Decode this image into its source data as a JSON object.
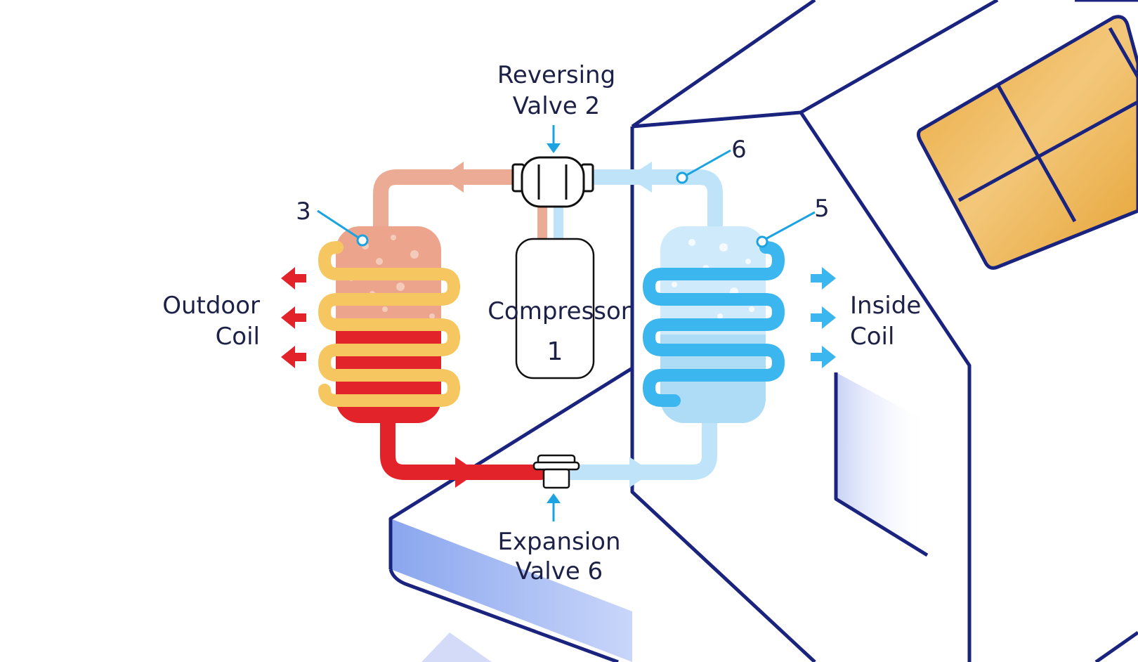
{
  "labels": {
    "reversing_line1": "Reversing",
    "reversing_line2": "Valve 2",
    "compressor": "Compressor",
    "compressor_num": "1",
    "outdoor_line1": "Outdoor",
    "outdoor_line2": "Coil",
    "inside_line1": "Inside",
    "inside_line2": "Coil",
    "expansion_line1": "Expansion",
    "expansion_line2": "Valve 6",
    "callout_3": "3",
    "callout_5": "5",
    "callout_6": "6"
  },
  "colors": {
    "outline": "#1a237e",
    "hot_pipe": "#e8222c",
    "warm_pipe": "#ecab94",
    "cool_pipe": "#bfe3f8",
    "cold_coil": "#3cb6ee",
    "hot_coil": "#f6c760",
    "callout": "#1aa3e0",
    "window": "#eaa93a"
  }
}
